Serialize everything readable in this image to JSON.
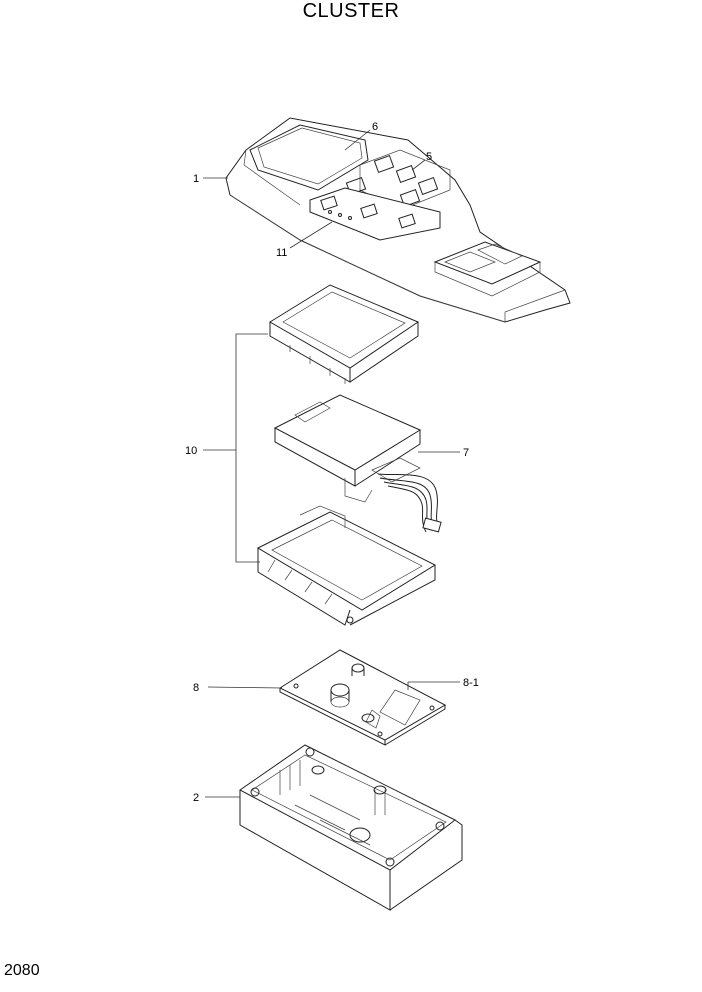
{
  "page": {
    "title": "CLUSTER",
    "page_number": "2080"
  },
  "callouts": {
    "c1": "1",
    "c2": "2",
    "c5": "5",
    "c6": "6",
    "c7": "7",
    "c8": "8",
    "c8_1": "8-1",
    "c10": "10",
    "c11": "11"
  },
  "colors": {
    "line": "#222222",
    "background": "#ffffff"
  }
}
